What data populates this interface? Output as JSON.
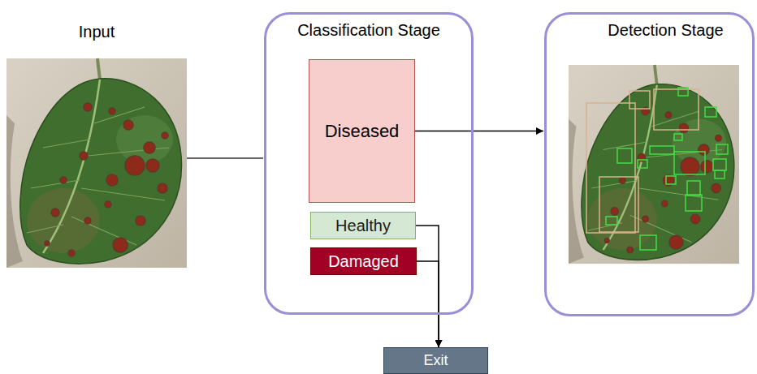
{
  "diagram": {
    "nodes": [
      {
        "text": [
          "Input"
        ]
      },
      {
        "text": [
          "Classification Stage"
        ]
      },
      {
        "text": [
          "Diseased"
        ],
        "in": 1
      },
      {
        "text": [
          "Healthy"
        ],
        "in": 1
      },
      {
        "text": [
          "Damaged"
        ],
        "in": 1
      },
      {
        "text": [
          "Detection Stage"
        ]
      },
      {
        "text": [
          "Exit"
        ]
      }
    ],
    "edges": [
      {
        "from": 0,
        "to": 1,
        "arrow": "none"
      },
      {
        "from": 2,
        "to": 5,
        "arrow": "to"
      },
      {
        "from": 3,
        "to": 6,
        "arrow": "to"
      },
      {
        "from": 4,
        "to": 6,
        "arrow": "to"
      }
    ]
  }
}
